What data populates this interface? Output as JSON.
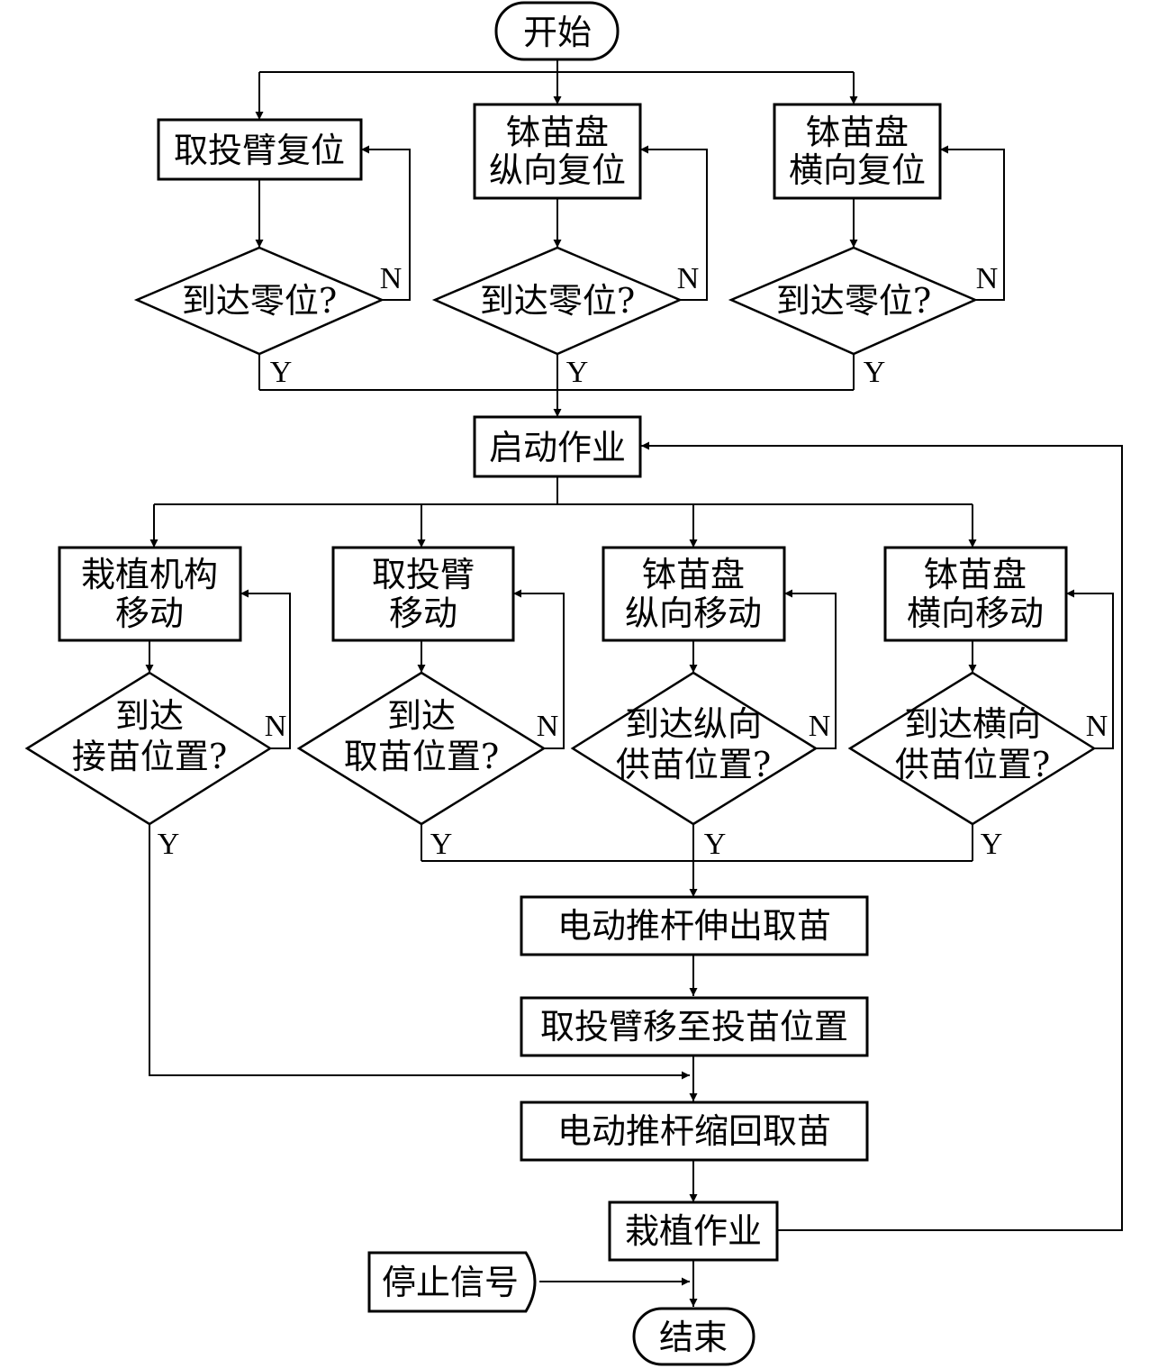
{
  "terminals": {
    "start": "开始",
    "end": "结束"
  },
  "reset_stage": [
    {
      "process": [
        "取投臂复位"
      ],
      "decision": [
        "到达零位?"
      ]
    },
    {
      "process": [
        "钵苗盘",
        "纵向复位"
      ],
      "decision": [
        "到达零位?"
      ]
    },
    {
      "process": [
        "钵苗盘",
        "横向复位"
      ],
      "decision": [
        "到达零位?"
      ]
    }
  ],
  "start_work": "启动作业",
  "move_stage": [
    {
      "process": [
        "栽植机构",
        "移动"
      ],
      "decision": [
        "到达",
        "接苗位置?"
      ]
    },
    {
      "process": [
        "取投臂",
        "移动"
      ],
      "decision": [
        "到达",
        "取苗位置?"
      ]
    },
    {
      "process": [
        "钵苗盘",
        "纵向移动"
      ],
      "decision": [
        "到达纵向",
        "供苗位置?"
      ]
    },
    {
      "process": [
        "钵苗盘",
        "横向移动"
      ],
      "decision": [
        "到达横向",
        "供苗位置?"
      ]
    }
  ],
  "sequence": [
    "电动推杆伸出取苗",
    "取投臂移至投苗位置",
    "电动推杆缩回取苗",
    "栽植作业"
  ],
  "stop_signal": "停止信号",
  "branch_labels": {
    "yes": "Y",
    "no": "N"
  }
}
